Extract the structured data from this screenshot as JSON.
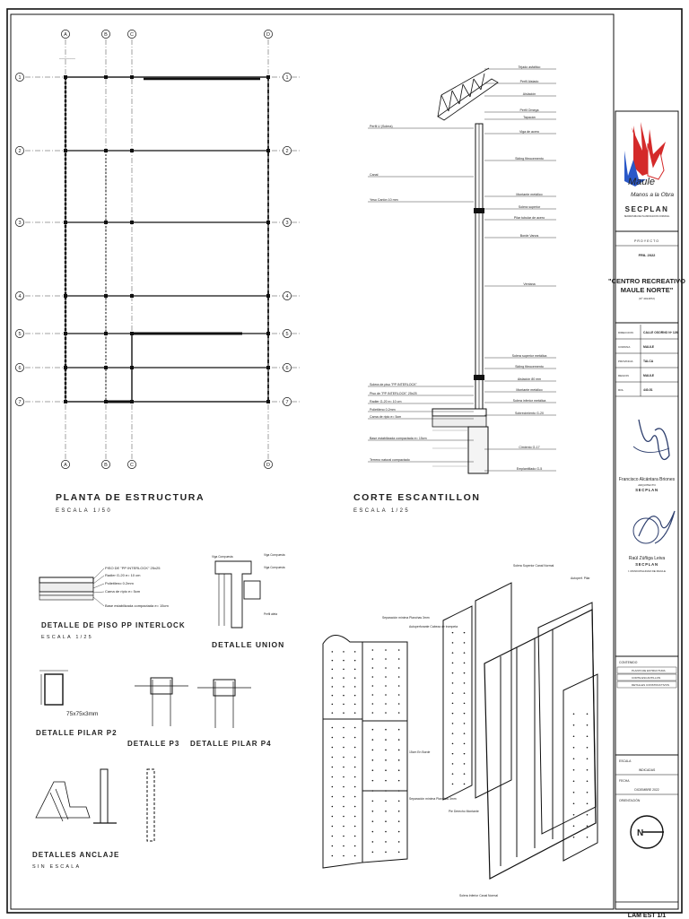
{
  "colors": {
    "line": "#111111",
    "light": "#666666",
    "logo_red": "#d42a2a",
    "logo_blue": "#2a58c8"
  },
  "plan": {
    "axes_cols": [
      "A",
      "B",
      "C",
      "D"
    ],
    "axes_rows": [
      "1",
      "2",
      "3",
      "4",
      "5",
      "6",
      "7"
    ],
    "title": "PLANTA DE ESTRUCTURA",
    "scale": "ESCALA 1/50"
  },
  "section": {
    "title": "CORTE ESCANTILLON",
    "scale": "ESCALA 1/25",
    "labels_left": [
      "Perfil U (Solera)",
      "Canal",
      "Yeso Cartón 10 mm",
      "Solera de piso \"PP INTERLOCK\"",
      "Piso de \"PP INTERLOCK\" 25x25",
      "Radier G-20 e= 10 cm",
      "Polietileno 0.2mm",
      "Cama de ripio e= 5cm",
      "Base estabilizada compactada e= 15cm",
      "Terreno natural compactado"
    ],
    "labels_right": [
      "Tejado asfáltico",
      "Perfil Aislado",
      "Aislación",
      "Perfil Omega",
      "Tapacán",
      "Viga de acero",
      "Siding fibrocemento",
      "Montante metálico",
      "Solera superior",
      "Pilar tubular de acero",
      "Borde Vanos",
      "Ventana",
      "Solera superior metálica",
      "Siding fibrocemento",
      "Aislación 80 mm",
      "Montante metálico",
      "Solera inferior metálica",
      "Sobrecimiento G-20",
      "Cimiento G-17",
      "Emplantillado G-5"
    ]
  },
  "details": {
    "piso_title": "DETALLE DE PISO PP INTERLOCK",
    "piso_scale": "ESCALA 1/25",
    "piso_labels": [
      "PISO DE \"PP INTERLOCK\" 25x25",
      "Radier G-20 e= 10 cm",
      "Polietileno 0.2mm",
      "Cama de ripio e= 5cm",
      "Base estabilizada compactada e= 15cm"
    ],
    "union_title": "DETALLE UNION",
    "pilar_p2_title": "DETALLE PILAR P2",
    "pilar_p2_dim": "75x75x3mm",
    "p3_title": "DETALLE P3",
    "p4_title": "DETALLE PILAR P4",
    "anclaje_title": "DETALLES ANCLAJE",
    "anclaje_scale": "SIN ESCALA"
  },
  "iso": {
    "labels": [
      "Separación mínima Planchas 3mm",
      "Autoperforante Cabeza de trompeta",
      "Solera Superior Canal Normal",
      "Autoperf. Pilar",
      "Pie Derecho Montante",
      "Solera Inferior Canal Normal",
      "15cm En Borde",
      "Separación mínima Planchas 3mm"
    ]
  },
  "titleblock": {
    "logo_text": "Maule",
    "logo_slogan": "Manos a la Obra",
    "org": "SECPLAN",
    "org_sub": "SECRETARIA DE PLANIFICACION COMUNAL",
    "proyecto_label": "PROYECTO",
    "fril": "FRIL 2022",
    "project_name_1": "\"CENTRO RECREATIVO",
    "project_name_2": "MAULE NORTE\"",
    "project_sub": "(Nº 4014972)",
    "fields": [
      {
        "k": "DIRECCION",
        "v": "CALLE OSORNO Nº 126"
      },
      {
        "k": "COMUNA",
        "v": "MAULE"
      },
      {
        "k": "PROVINCIA",
        "v": "TALCA"
      },
      {
        "k": "REGION",
        "v": "MAULE"
      },
      {
        "k": "ROL",
        "v": "440-51"
      }
    ],
    "sig1_name": "Francisco Alcántara Briones",
    "sig1_role1": "ARQUITECTO",
    "sig1_role2": "SECPLAN",
    "sig2_name": "Raúl Zúñiga Leiva",
    "sig2_role1": "SECPLAN",
    "sig2_role2": "I. MUNICIPALIDAD DE MAULE",
    "contenido_label": "CONTENIDO",
    "contenido": [
      "PLANTA DE ESTRUCTURA",
      "CORTE ESCANTILLON",
      "DETALLES CONSTRUCTIVOS"
    ],
    "escala_label": "ESCALA",
    "escala_val": "INDICADAS",
    "fecha_label": "FECHA",
    "fecha_val": "DICIEMBRE 2022",
    "orient_label": "ORIENTACIÓN",
    "north": "N",
    "sheet_id": "LAM EST 1/1"
  }
}
